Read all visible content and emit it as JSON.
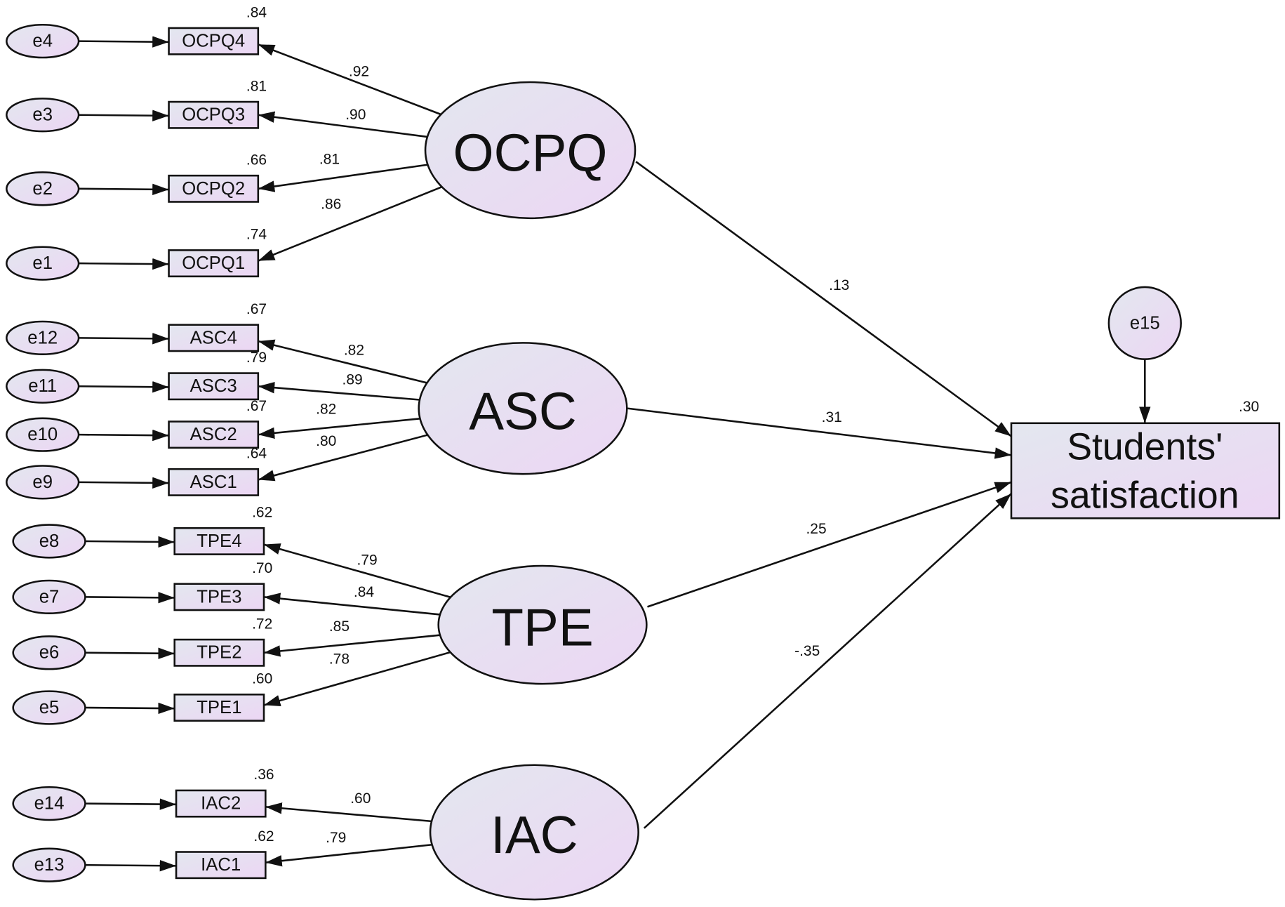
{
  "diagram": {
    "type": "structural-equation-model",
    "outcome": {
      "label_lines": [
        "Students'",
        "satisfaction"
      ],
      "r2": ".30",
      "error": "e15"
    },
    "colors": {
      "fill_start": "#e3e7ef",
      "fill_end": "#ecd6f4",
      "stroke": "#111111"
    },
    "factors": [
      {
        "id": "OCPQ",
        "label": "OCPQ",
        "path_to_outcome": ".13",
        "indicators": [
          {
            "label": "OCPQ4",
            "error": "e4",
            "loading": ".92",
            "r2": ".84"
          },
          {
            "label": "OCPQ3",
            "error": "e3",
            "loading": ".90",
            "r2": ".81"
          },
          {
            "label": "OCPQ2",
            "error": "e2",
            "loading": ".81",
            "r2": ".66"
          },
          {
            "label": "OCPQ1",
            "error": "e1",
            "loading": ".86",
            "r2": ".74"
          }
        ]
      },
      {
        "id": "ASC",
        "label": "ASC",
        "path_to_outcome": ".31",
        "indicators": [
          {
            "label": "ASC4",
            "error": "e12",
            "loading": ".82",
            "r2": ".67"
          },
          {
            "label": "ASC3",
            "error": "e11",
            "loading": ".89",
            "r2": ".79"
          },
          {
            "label": "ASC2",
            "error": "e10",
            "loading": ".82",
            "r2": ".67"
          },
          {
            "label": "ASC1",
            "error": "e9",
            "loading": ".80",
            "r2": ".64"
          }
        ]
      },
      {
        "id": "TPE",
        "label": "TPE",
        "path_to_outcome": ".25",
        "indicators": [
          {
            "label": "TPE4",
            "error": "e8",
            "loading": ".79",
            "r2": ".62"
          },
          {
            "label": "TPE3",
            "error": "e7",
            "loading": ".84",
            "r2": ".70"
          },
          {
            "label": "TPE2",
            "error": "e6",
            "loading": ".85",
            "r2": ".72"
          },
          {
            "label": "TPE1",
            "error": "e5",
            "loading": ".78",
            "r2": ".60"
          }
        ]
      },
      {
        "id": "IAC",
        "label": "IAC",
        "path_to_outcome": "-.35",
        "indicators": [
          {
            "label": "IAC2",
            "error": "e14",
            "loading": ".60",
            "r2": ".36"
          },
          {
            "label": "IAC1",
            "error": "e13",
            "loading": ".79",
            "r2": ".62"
          }
        ]
      }
    ]
  }
}
